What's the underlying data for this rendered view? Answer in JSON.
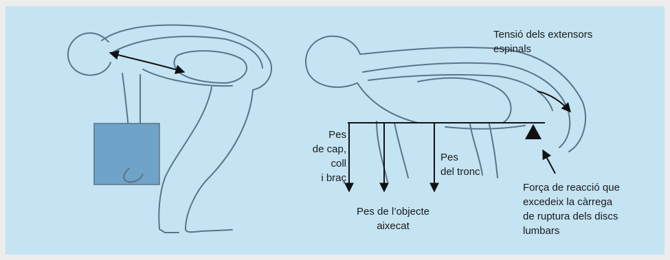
{
  "labels": {
    "tension": "Tensió dels extensors\nespinals",
    "head_weight": "Pes\nde cap,\ncoll\ni braç",
    "trunk_weight": "Pes\ndel tronc",
    "object_weight": "Pes de l’objecte\naixecat",
    "reaction_force": "Força de reacció que\nexcedeix la càrrega\nde ruptura dels discs\nlumbars"
  },
  "colors": {
    "background": "#c4e3f3",
    "outline": "#5a7486",
    "box": "#6fa3c8",
    "ink": "#111111"
  }
}
